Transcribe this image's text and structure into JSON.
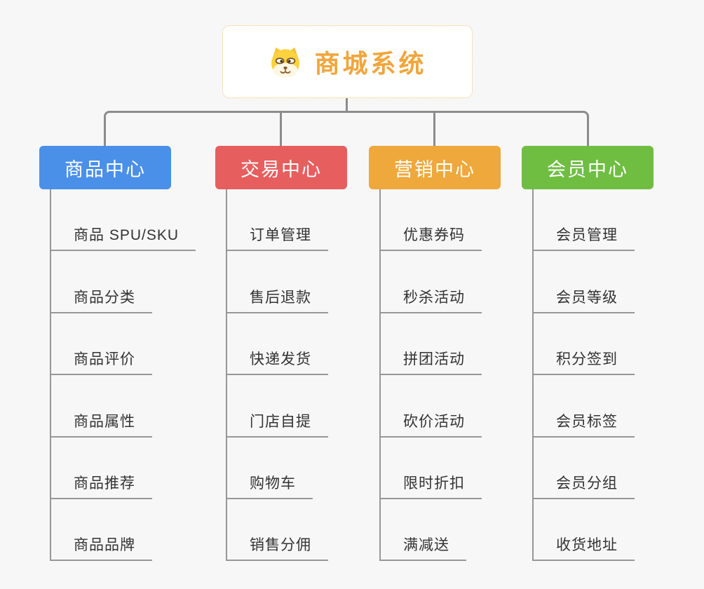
{
  "root": {
    "label": "商城系统",
    "icon": "dog-face-icon"
  },
  "branches": [
    {
      "label": "商品中心",
      "color": "#4B90E8",
      "children": [
        "商品 SPU/SKU",
        "商品分类",
        "商品评价",
        "商品属性",
        "商品推荐",
        "商品品牌"
      ]
    },
    {
      "label": "交易中心",
      "color": "#E65F5E",
      "children": [
        "订单管理",
        "售后退款",
        "快递发货",
        "门店自提",
        "购物车",
        "销售分佣"
      ]
    },
    {
      "label": "营销中心",
      "color": "#EEA83B",
      "children": [
        "优惠券码",
        "秒杀活动",
        "拼团活动",
        "砍价活动",
        "限时折扣",
        "满减送"
      ]
    },
    {
      "label": "会员中心",
      "color": "#6FBE41",
      "children": [
        "会员管理",
        "会员等级",
        "积分签到",
        "会员标签",
        "会员分组",
        "收货地址"
      ]
    }
  ],
  "colors": {
    "background": "#F7F7F8",
    "connector": "#8C8C8C",
    "leaf_line": "#979797",
    "leaf_text": "#333333",
    "root_text": "#F0A63C",
    "root_border": "#F0C070"
  }
}
